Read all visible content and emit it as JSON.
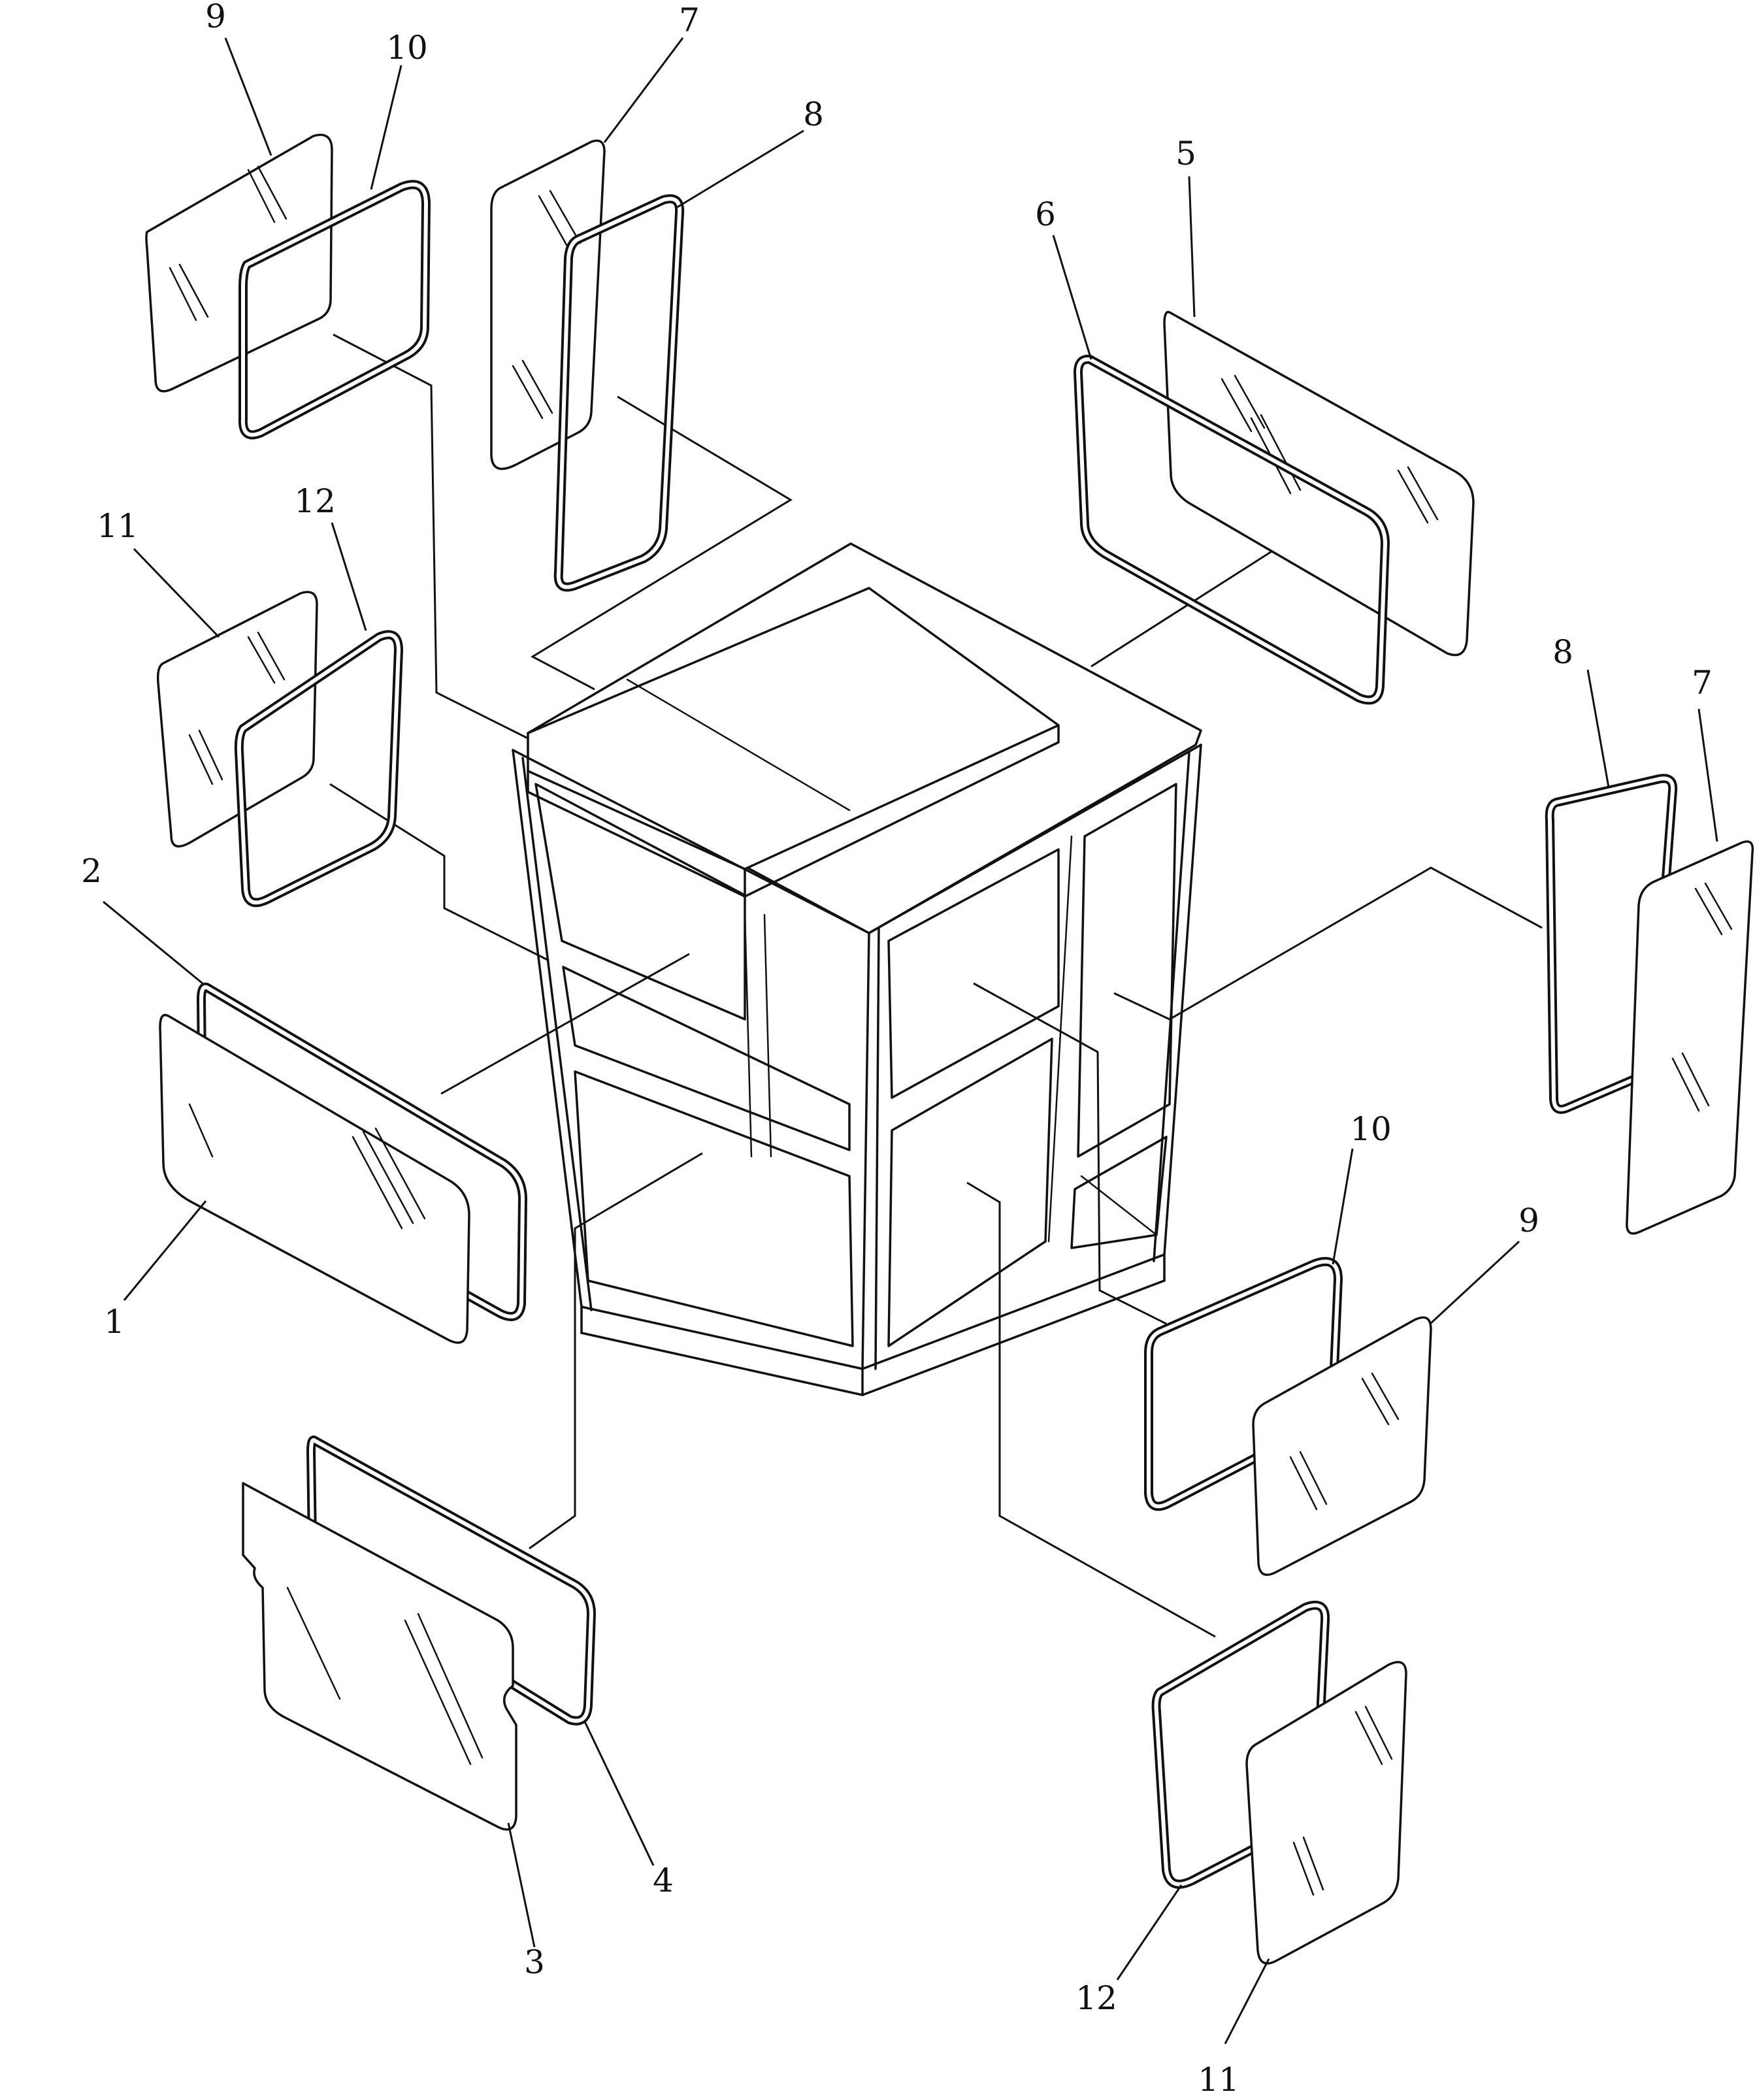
{
  "callouts": {
    "c1": "1",
    "c2": "2",
    "c3": "3",
    "c4": "4",
    "c5": "5",
    "c6": "6",
    "c7a": "7",
    "c8a": "8",
    "c9a": "9",
    "c10a": "10",
    "c11a": "11",
    "c12a": "12",
    "c7b": "7",
    "c8b": "8",
    "c9b": "9",
    "c10b": "10",
    "c11b": "11",
    "c12b": "12"
  },
  "colors": {
    "line": "#111111",
    "background": "#ffffff"
  }
}
